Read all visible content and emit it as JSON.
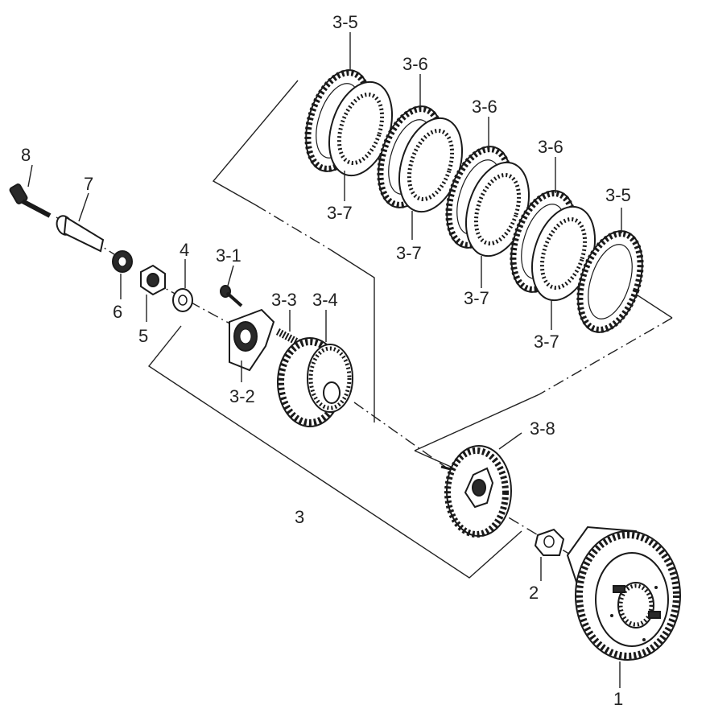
{
  "labels": {
    "p1": "1",
    "p2": "2",
    "p3": "3",
    "p3_1": "3-1",
    "p3_2": "3-2",
    "p3_3": "3-3",
    "p3_4": "3-4",
    "p3_5a": "3-5",
    "p3_5b": "3-5",
    "p3_6a": "3-6",
    "p3_6b": "3-6",
    "p3_6c": "3-6",
    "p3_7a": "3-7",
    "p3_7b": "3-7",
    "p3_7c": "3-7",
    "p3_7d": "3-7",
    "p3_8": "3-8",
    "p4": "4",
    "p5": "5",
    "p6": "6",
    "p7": "7",
    "p8": "8"
  }
}
